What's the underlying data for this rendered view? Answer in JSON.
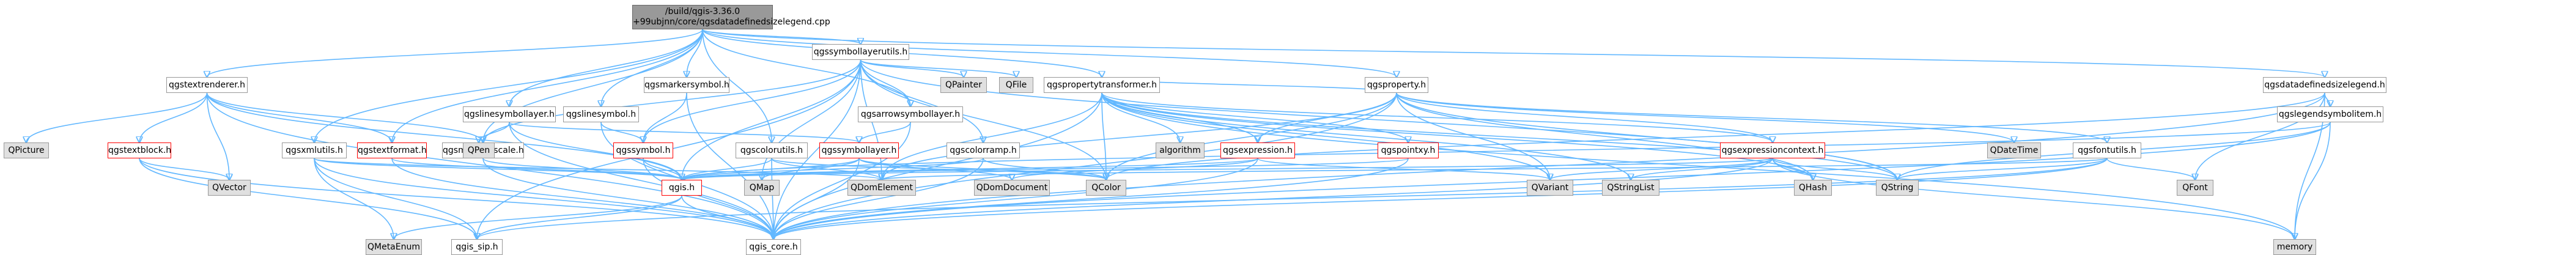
{
  "nodes": {
    "root": {
      "label": "/build/qgis-3.36.0\n+99ubjnn/core/qgsdatadefinedsizelegend.cpp",
      "style": "root"
    },
    "qgstextrenderer": {
      "label": "qgstextrenderer.h",
      "style": "plain"
    },
    "qgslinesymbollayer": {
      "label": "qgslinesymbollayer.h",
      "style": "plain"
    },
    "qgslinesymbol": {
      "label": "qgslinesymbol.h",
      "style": "plain"
    },
    "qgsmarkersymbol": {
      "label": "qgsmarkersymbol.h",
      "style": "plain"
    },
    "qgssymbollayerutils": {
      "label": "qgssymbollayerutils.h",
      "style": "plain"
    },
    "qgsarrowsymbollayer": {
      "label": "qgsarrowsymbollayer.h",
      "style": "plain"
    },
    "qgspropertytransformer": {
      "label": "qgspropertytransformer.h",
      "style": "plain"
    },
    "qgsproperty": {
      "label": "qgsproperty.h",
      "style": "plain"
    },
    "qgsdatadefinedsizelegend": {
      "label": "qgsdatadefinedsizelegend.h",
      "style": "plain"
    },
    "qgslegendsymbolitem": {
      "label": "qgslegendsymbolitem.h",
      "style": "plain"
    },
    "qgsfontutils": {
      "label": "qgsfontutils.h",
      "style": "plain"
    },
    "qgsexpressioncontext": {
      "label": "qgsexpressioncontext.h",
      "style": "red"
    },
    "qgsexpression": {
      "label": "qgsexpression.h",
      "style": "red"
    },
    "qgspointxy": {
      "label": "qgspointxy.h",
      "style": "red"
    },
    "qgssymbollayer": {
      "label": "qgssymbollayer.h",
      "style": "red"
    },
    "qgssymbol": {
      "label": "qgssymbol.h",
      "style": "red"
    },
    "qgstextblock": {
      "label": "qgstextblock.h",
      "style": "red"
    },
    "qgstextformat": {
      "label": "qgstextformat.h",
      "style": "red"
    },
    "qgsxmlutils": {
      "label": "qgsxmlutils.h",
      "style": "plain"
    },
    "qgsmapunitscale": {
      "label": "qgsmapunitscale.h",
      "style": "plain"
    },
    "qgscolorutils": {
      "label": "qgscolorutils.h",
      "style": "plain"
    },
    "qgscolorramp": {
      "label": "qgscolorramp.h",
      "style": "plain"
    },
    "qgis": {
      "label": "qgis.h",
      "style": "red"
    },
    "qgis_sip": {
      "label": "qgis_sip.h",
      "style": "plain"
    },
    "qgis_core": {
      "label": "qgis_core.h",
      "style": "plain"
    },
    "QPicture": {
      "label": "QPicture",
      "style": "grey"
    },
    "QVector": {
      "label": "QVector",
      "style": "grey"
    },
    "QPen": {
      "label": "QPen",
      "style": "grey"
    },
    "QPainter": {
      "label": "QPainter",
      "style": "grey"
    },
    "QFile": {
      "label": "QFile",
      "style": "grey"
    },
    "QMap": {
      "label": "QMap",
      "style": "grey"
    },
    "QDomElement": {
      "label": "QDomElement",
      "style": "grey"
    },
    "QDomDocument": {
      "label": "QDomDocument",
      "style": "grey"
    },
    "QColor": {
      "label": "QColor",
      "style": "grey"
    },
    "algorithm": {
      "label": "algorithm",
      "style": "grey"
    },
    "QVariant": {
      "label": "QVariant",
      "style": "grey"
    },
    "QStringList": {
      "label": "QStringList",
      "style": "grey"
    },
    "QHash": {
      "label": "QHash",
      "style": "grey"
    },
    "QString": {
      "label": "QString",
      "style": "grey"
    },
    "QDateTime": {
      "label": "QDateTime",
      "style": "grey"
    },
    "QFont": {
      "label": "QFont",
      "style": "grey"
    },
    "memory": {
      "label": "memory",
      "style": "grey"
    },
    "QMetaEnum": {
      "label": "QMetaEnum",
      "style": "grey"
    }
  }
}
